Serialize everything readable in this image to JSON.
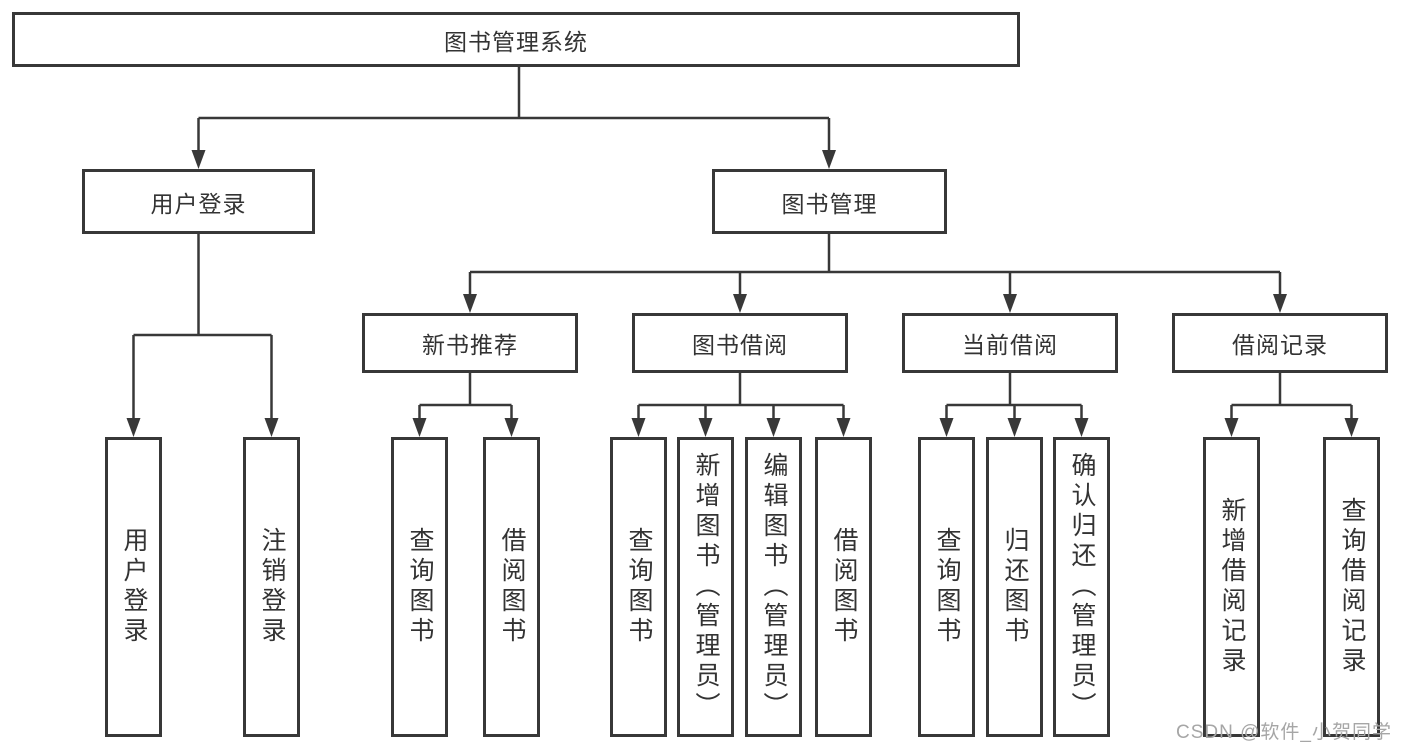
{
  "nodes": {
    "root": {
      "label": "图书管理系统"
    },
    "user_login": {
      "label": "用户登录"
    },
    "book_management": {
      "label": "图书管理"
    },
    "new_book_recommend": {
      "label": "新书推荐"
    },
    "book_borrowing": {
      "label": "图书借阅"
    },
    "current_borrowing": {
      "label": "当前借阅"
    },
    "borrowing_records": {
      "label": "借阅记录"
    }
  },
  "leaves": {
    "user_login": {
      "label": "用户登录"
    },
    "logout": {
      "label": "注销登录"
    },
    "recommend_query_books": {
      "label": "查询图书"
    },
    "recommend_borrow_books": {
      "label": "借阅图书"
    },
    "borrowing_query_books": {
      "label": "查询图书"
    },
    "borrowing_add_books": {
      "label": "新增图书（管理员）"
    },
    "borrowing_edit_books": {
      "label": "编辑图书（管理员）"
    },
    "borrowing_borrow_books": {
      "label": "借阅图书"
    },
    "current_query_books": {
      "label": "查询图书"
    },
    "current_return_books": {
      "label": "归还图书"
    },
    "current_confirm_return": {
      "label": "确认归还（管理员）"
    },
    "records_add_record": {
      "label": "新增借阅记录"
    },
    "records_query_record": {
      "label": "查询借阅记录"
    }
  },
  "watermark": {
    "text": "CSDN @软件_小贺同学"
  },
  "colors": {
    "line": "#383838",
    "text": "#333333",
    "watermark": "#a6a6a6",
    "background": "#ffffff"
  }
}
